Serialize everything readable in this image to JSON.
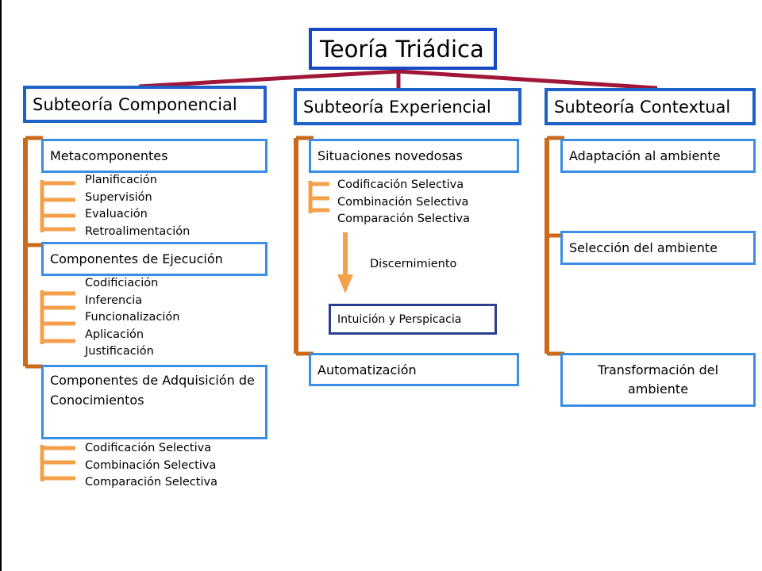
{
  "title": "Teoría Triádica",
  "colors": {
    "root_connector": "#a0173a",
    "trunk": "#cc6a1c",
    "bracket": "#f4a04a",
    "box_border": "#3a8ee6",
    "title_border": "#1648c8",
    "insight_border": "#2a3f8f"
  },
  "componencial": {
    "title": "Subteoría Componencial",
    "metacomponentes": {
      "label": "Metacomponentes",
      "items": [
        "Planificación",
        "Supervisión",
        "Evaluación",
        "Retroalimentación"
      ]
    },
    "ejecucion": {
      "label": "Componentes de Ejecución",
      "items": [
        "Codificiación",
        "Inferencia",
        "Funcionalización",
        "Aplicación",
        "Justificación"
      ]
    },
    "adquisicion": {
      "label": "Componentes de Adquisición de Conocimientos",
      "items": [
        "Codificación Selectiva",
        "Combinación Selectiva",
        "Comparación Selectiva"
      ]
    }
  },
  "experiencial": {
    "title": "Subteoría Experiencial",
    "novedosas": {
      "label": "Situaciones novedosas",
      "items": [
        "Codificación Selectiva",
        "Combinación Selectiva",
        "Comparación Selectiva"
      ]
    },
    "arrow_label": "Discernimiento",
    "insight": "Intuición y Perspicacia",
    "automatizacion": "Automatización"
  },
  "contextual": {
    "title": "Subteoría Contextual",
    "adaptacion": "Adaptación al ambiente",
    "seleccion": "Selección del ambiente",
    "transformacion": "Transformación del ambiente"
  }
}
